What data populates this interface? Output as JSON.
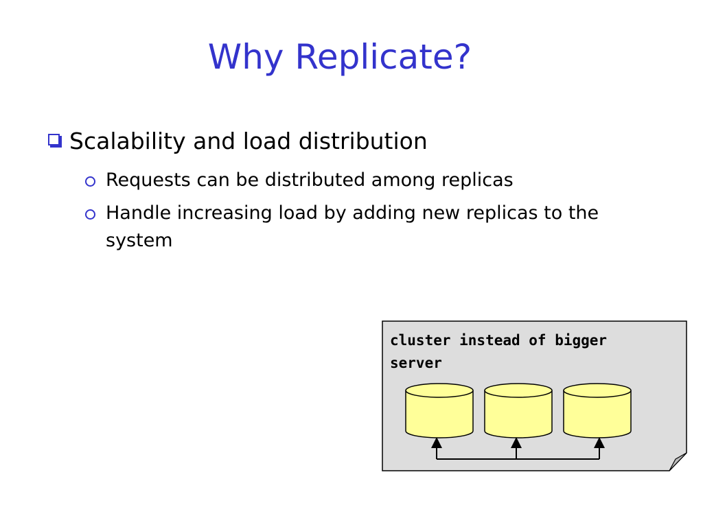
{
  "slide": {
    "title": "Why Replicate?",
    "bullet": "Scalability and load distribution",
    "sub_bullets": [
      "Requests can be distributed among replicas",
      "Handle increasing load by adding new replicas to the system"
    ]
  },
  "diagram": {
    "caption": "cluster instead of bigger server",
    "server_count": 3,
    "colors": {
      "title": "#3333cc",
      "note_fill": "#dddddd",
      "server_fill": "#ffff99"
    }
  }
}
